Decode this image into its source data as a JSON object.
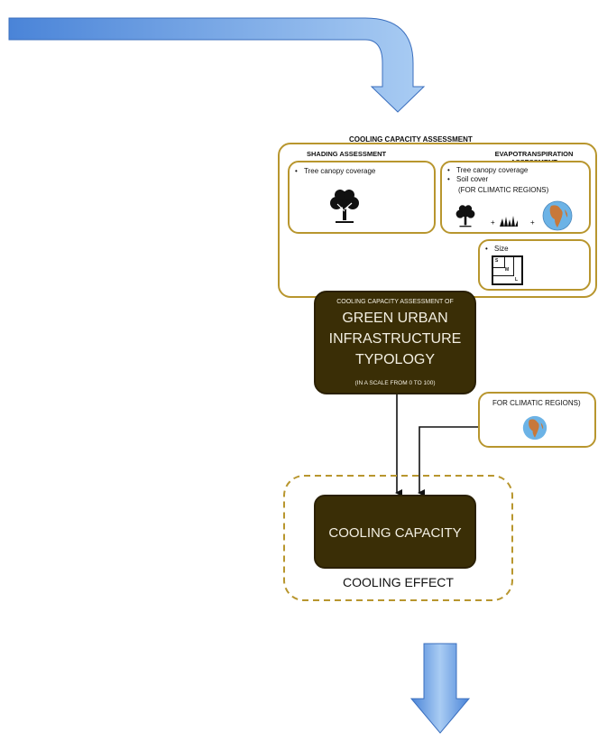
{
  "title": "COOLING CAPACITY ASSESSMENT",
  "shading": {
    "heading": "SHADING ASSESSMENT",
    "bullet": "Tree canopy coverage"
  },
  "evapo": {
    "heading": "EVAPOTRANSPIRATION ASSESSMENT",
    "bullet1": "Tree canopy coverage",
    "bullet2": "Soil cover",
    "climate": "(FOR CLIMATIC REGIONS)",
    "plus1": "+",
    "plus2": "+"
  },
  "size": {
    "bullet": "Size",
    "s": "S",
    "m": "M",
    "l": "L"
  },
  "typology": {
    "top": "COOLING CAPACITY ASSESSMENT OF",
    "line1": "GREEN URBAN",
    "line2": "INFRASTRUCTURE",
    "line3": "TYPOLOGY",
    "scale": "(IN A SCALE FROM 0 TO 100)"
  },
  "climate_box": {
    "label": "FOR CLIMATIC REGIONS)"
  },
  "cooling_capacity": "COOLING CAPACITY",
  "cooling_effect": "COOLING EFFECT",
  "colors": {
    "gold": "#b8962e",
    "dark": "#3a2e06",
    "arrow_light": "#a9ccf3",
    "arrow_dark": "#4a84d8"
  },
  "icons": [
    "tree-icon",
    "grass-icon",
    "globe-icon",
    "size-squares-icon",
    "curved-arrow-icon",
    "down-arrow-icon"
  ]
}
